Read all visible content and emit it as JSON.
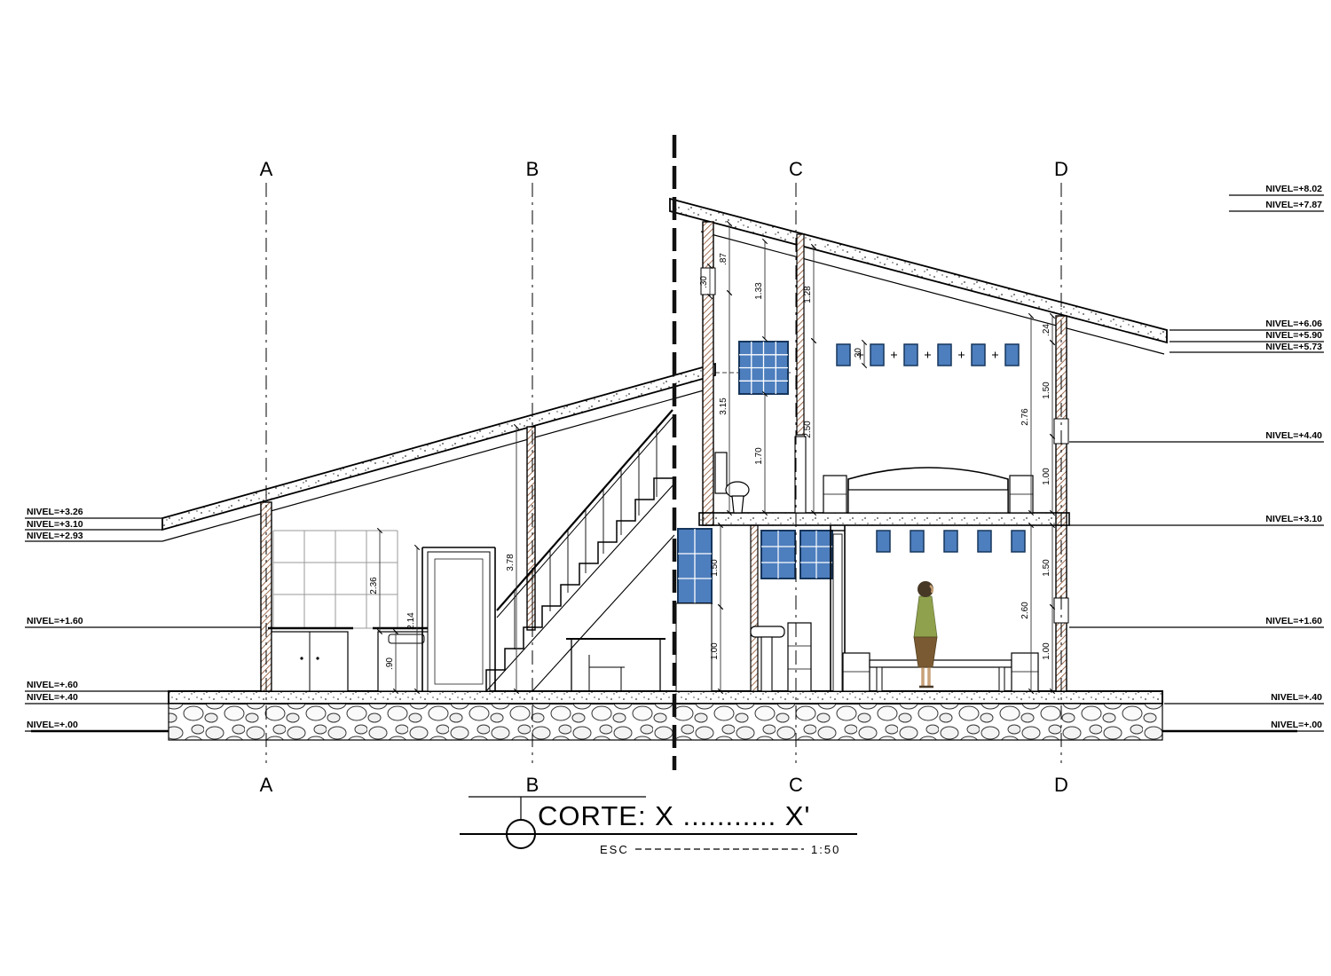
{
  "grid": {
    "columns": [
      "A",
      "B",
      "C",
      "D"
    ]
  },
  "levels_left": [
    "NIVEL=+3.26",
    "NIVEL=+3.10",
    "NIVEL=+2.93",
    "NIVEL=+1.60",
    "NIVEL=+.60",
    "NIVEL=+.40",
    "NIVEL=+.00"
  ],
  "levels_right": [
    "NIVEL=+8.02",
    "NIVEL=+7.87",
    "NIVEL=+6.06",
    "NIVEL=+5.90",
    "NIVEL=+5.73",
    "NIVEL=+4.40",
    "NIVEL=+3.10",
    "NIVEL=+1.60",
    "NIVEL=+.40",
    "NIVEL=+.00"
  ],
  "dimensions": {
    "tiles_height": "2.36",
    "door_height": "2.14",
    "counter_height": ".90",
    "left_clear_height": "3.78",
    "upper_offset_a": ".87",
    "upper_offset_b": ".30",
    "upper_window_a": "1.33",
    "upper_window_b": "1.28",
    "upper_clear_a": "3.15",
    "upper_clear_b": "1.70",
    "upper_clear_c": "2.50",
    "clerestory_height": ".30",
    "upper_right_clear": "2.76",
    "roof_edge": ".24",
    "upper_right_a": "1.50",
    "upper_right_b": "1.00",
    "lower_left_a": "1.50",
    "lower_left_b": "1.00",
    "lower_right_clear": "2.60",
    "lower_right_a": "1.50",
    "lower_right_b": "1.00"
  },
  "titleblock": {
    "title": "CORTE: X ........... X'",
    "scale_label": "ESC",
    "scale_value": "1:50"
  },
  "colors": {
    "line": "#000000",
    "window_glass": "#4d7ebe",
    "window_frame": "#16365c",
    "brick_hatch": "#8a4a26",
    "person_top": "#8fa14c",
    "person_skirt": "#7a5a33",
    "person_hair": "#473826",
    "person_skin": "#c9a178"
  }
}
